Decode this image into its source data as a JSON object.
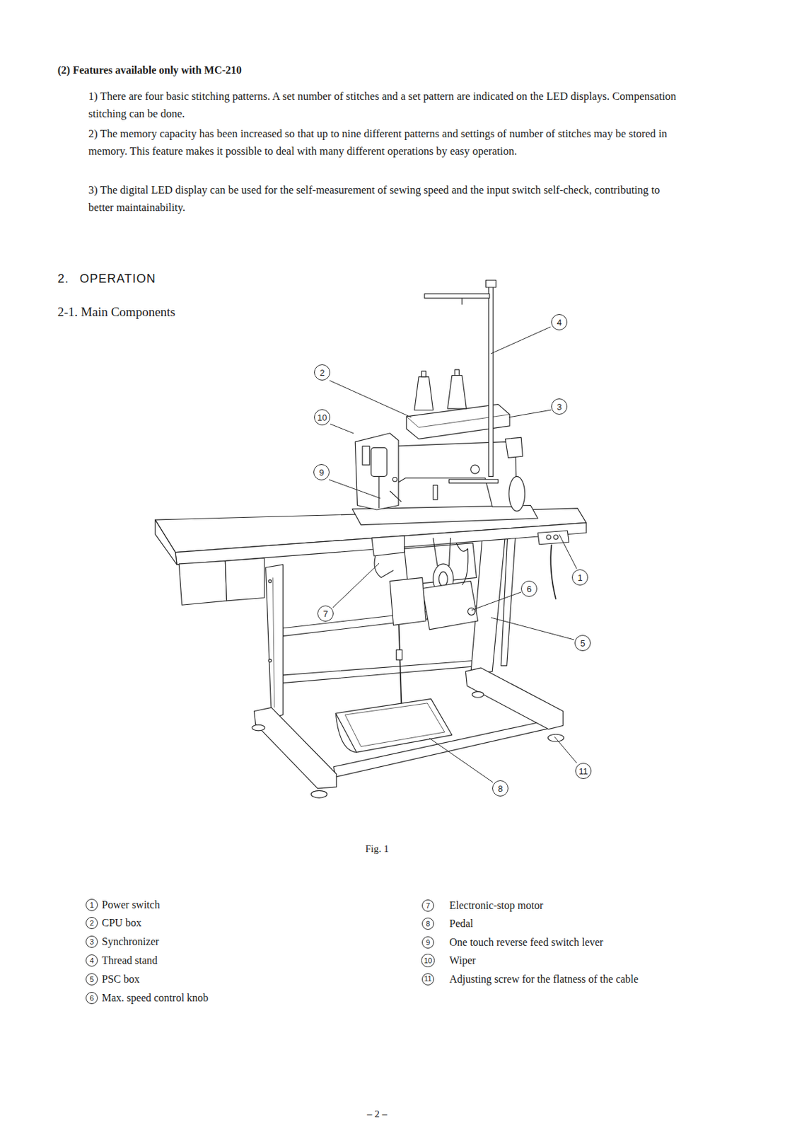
{
  "diagram": {
    "caption": "Fig. 1",
    "nodes": [
      {
        "text": [
          "4"
        ]
      },
      {
        "text": [
          "2"
        ]
      },
      {
        "text": [
          "3"
        ]
      },
      {
        "text": [
          "10"
        ]
      },
      {
        "text": [
          "9"
        ]
      },
      {
        "text": [
          "1"
        ]
      },
      {
        "text": [
          "6"
        ]
      },
      {
        "text": [
          "7"
        ]
      },
      {
        "text": [
          "5"
        ]
      },
      {
        "text": [
          "11"
        ]
      },
      {
        "text": [
          "8"
        ]
      },
      {
        "text": [
          "1"
        ]
      },
      {
        "text": [
          "2"
        ]
      },
      {
        "text": [
          "3"
        ]
      },
      {
        "text": [
          "4"
        ]
      },
      {
        "text": [
          "5"
        ]
      },
      {
        "text": [
          "6"
        ]
      },
      {
        "text": [
          "7"
        ]
      },
      {
        "text": [
          "8"
        ]
      },
      {
        "text": [
          "9"
        ]
      },
      {
        "text": [
          "10"
        ]
      },
      {
        "text": [
          "11"
        ]
      }
    ],
    "labels": [
      "(2) Features available only with MC-210",
      "1) There are four basic stitching patterns. A set number of stitches and a set pattern are indicated on the LED displays. Compensation stitching can be done.",
      "2) The memory capacity has been increased so that up to nine different patterns and settings of number of stitches may be stored in memory. This feature makes it possible to deal with many different operations by easy operation.",
      "3) The digital LED display can be used for the self-measurement of sewing speed and the input switch self-check, contributing to better maintainability.",
      "2. OPERATION",
      "2-1. Main Components",
      "Power switch",
      "CPU box",
      "Synchronizer",
      "Thread stand",
      "PSC box",
      "Max. speed control knob",
      "Electronic-stop motor",
      "Pedal",
      "One touch reverse feed switch lever",
      "Wiper",
      "Adjusting screw for the flatness of the cable",
      "– 2 –"
    ]
  }
}
